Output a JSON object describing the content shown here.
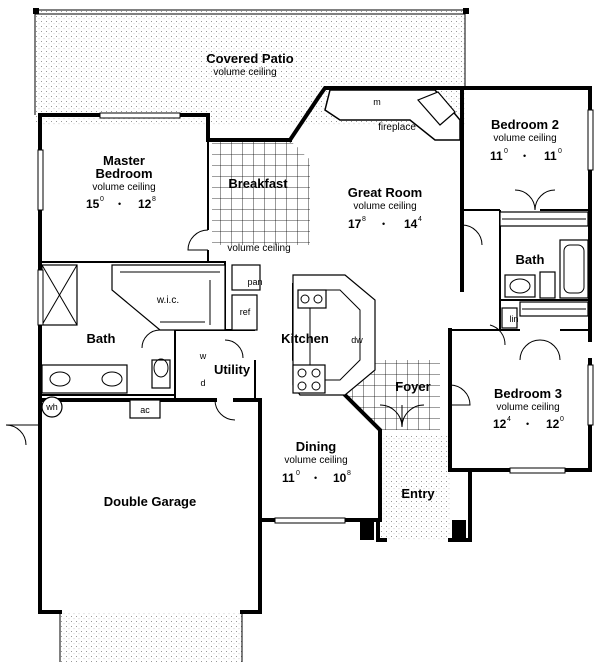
{
  "rooms": {
    "covered_patio": {
      "name": "Covered  Patio",
      "note": "volume ceiling"
    },
    "master_bedroom": {
      "name1": "Master",
      "name2": "Bedroom",
      "note": "volume ceiling",
      "w": "15",
      "w_in": "0",
      "d": "12",
      "d_in": "8"
    },
    "breakfast": {
      "name": "Breakfast"
    },
    "great_room": {
      "name": "Great Room",
      "note": "volume ceiling",
      "w": "17",
      "w_in": "8",
      "d": "14",
      "d_in": "4"
    },
    "bedroom2": {
      "name": "Bedroom 2",
      "note": "volume ceiling",
      "w": "11",
      "w_in": "0",
      "d": "11",
      "d_in": "0"
    },
    "bedroom3": {
      "name": "Bedroom 3",
      "note": "volume ceiling",
      "w": "12",
      "w_in": "4",
      "d": "12",
      "d_in": "0"
    },
    "dining": {
      "name": "Dining",
      "note": "volume ceiling",
      "w": "11",
      "w_in": "0",
      "d": "10",
      "d_in": "8"
    },
    "kitchen": {
      "name": "Kitchen"
    },
    "utility": {
      "name": "Utility"
    },
    "foyer": {
      "name": "Foyer"
    },
    "entry": {
      "name": "Entry"
    },
    "garage": {
      "name": "Double Garage"
    },
    "master_bath": {
      "name": "Bath"
    },
    "bath2": {
      "name": "Bath"
    },
    "wic": {
      "name": "w.i.c."
    }
  },
  "labels": {
    "fireplace": "fireplace",
    "m": "m",
    "volume_ceiling": "volume ceiling",
    "pan": "pan",
    "ref": "ref",
    "dw": "dw",
    "w": "w",
    "d": "d",
    "ac": "ac",
    "wh": "wh",
    "lin": "lin"
  },
  "dot": "•"
}
